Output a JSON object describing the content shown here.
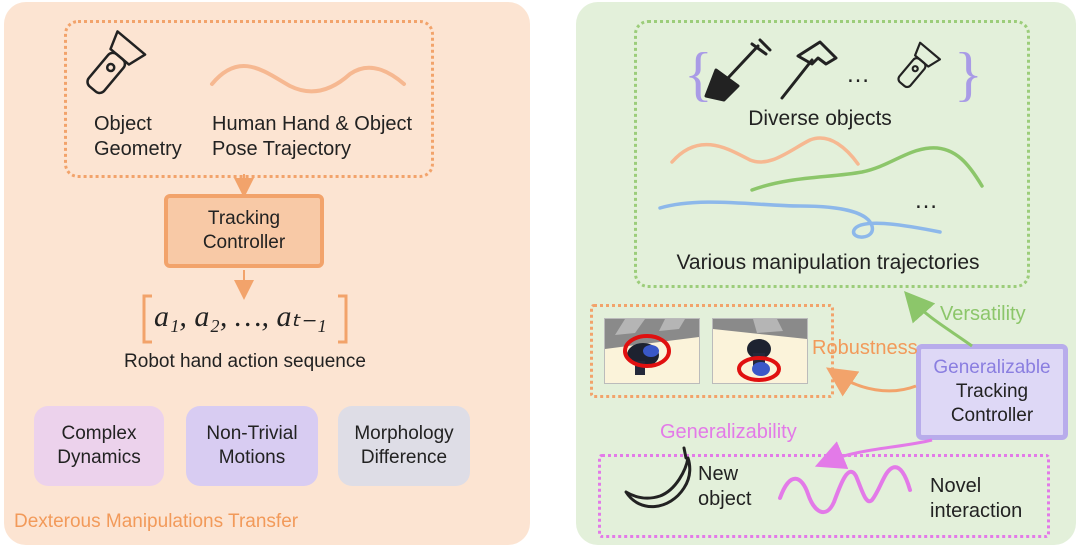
{
  "left": {
    "object_geometry": [
      "Object",
      "Geometry"
    ],
    "trajectory_label": [
      "Human Hand & Object",
      "Pose Trajectory"
    ],
    "controller": [
      "Tracking",
      "Controller"
    ],
    "action_seq": "a₁, a₂, …, aₜ₋₁",
    "action_caption": "Robot hand action sequence",
    "challenges": [
      {
        "lines": [
          "Complex",
          "Dynamics"
        ],
        "color": "#ecd2ec"
      },
      {
        "lines": [
          "Non-Trivial",
          "Motions"
        ],
        "color": "#d8ccf2"
      },
      {
        "lines": [
          "Morphology",
          "Difference"
        ],
        "color": "#dedde6"
      }
    ],
    "footer": "Dexterous Manipulations Transfer"
  },
  "right": {
    "ellipsis_objects": "…",
    "diverse_objects": "Diverse objects",
    "ellipsis_traj": "…",
    "various_traj": "Various manipulation trajectories",
    "versatility": "Versatility",
    "robustness": "Robustness",
    "generalizability": "Generalizability",
    "gen_controller": {
      "highlight": "Generalizable",
      "lines": [
        "Tracking",
        "Controller"
      ]
    },
    "new_object": [
      "New",
      "object"
    ],
    "novel_interaction": [
      "Novel",
      "interaction"
    ]
  },
  "colors": {
    "left_bg": "#fce4d2",
    "right_bg": "#e3f0da",
    "orange_accent": "#f2a36b",
    "green_accent": "#8cc66a",
    "purple_accent": "#a99be6",
    "magenta_accent": "#e37ae8",
    "blue_traj": "#8db8ea",
    "red_circle": "#e01010"
  }
}
